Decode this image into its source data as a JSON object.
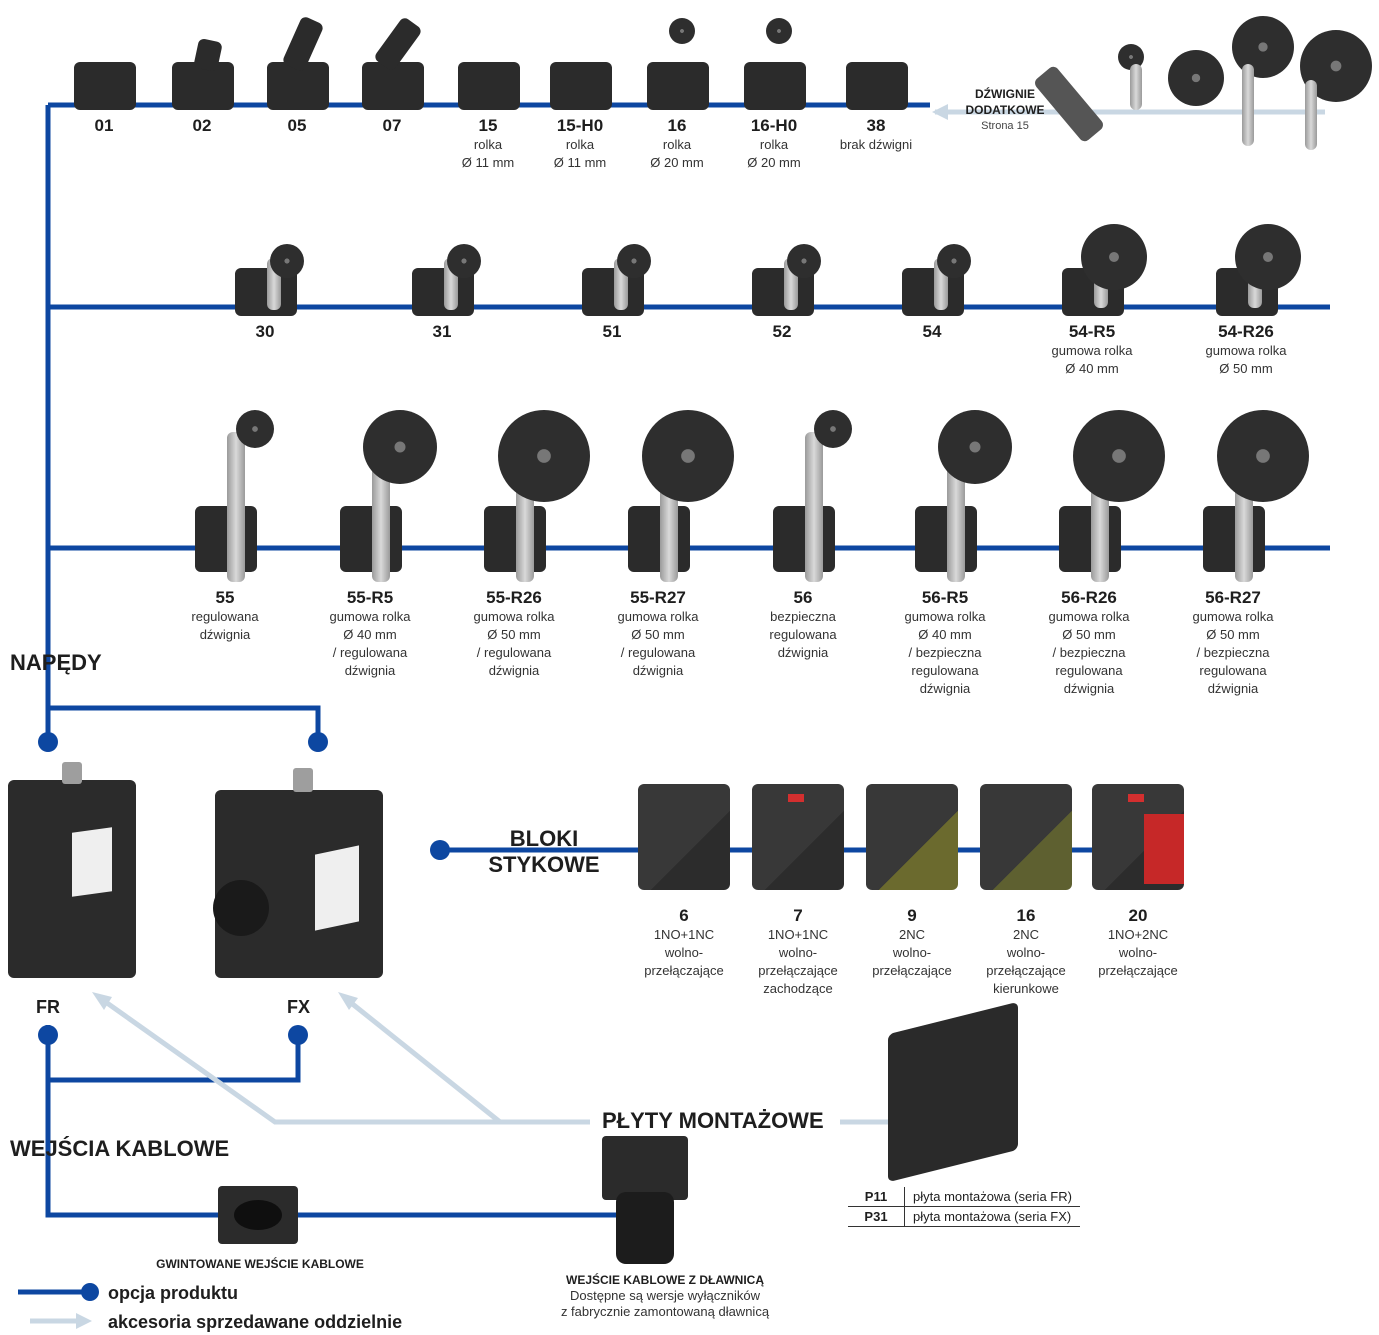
{
  "row1": [
    {
      "code": "01",
      "desc": []
    },
    {
      "code": "02",
      "desc": []
    },
    {
      "code": "05",
      "desc": []
    },
    {
      "code": "07",
      "desc": []
    },
    {
      "code": "15",
      "desc": [
        "rolka",
        "Ø 11 mm"
      ]
    },
    {
      "code": "15-H0",
      "desc": [
        "rolka",
        "Ø 11 mm"
      ]
    },
    {
      "code": "16",
      "desc": [
        "rolka",
        "Ø 20 mm"
      ]
    },
    {
      "code": "16-H0",
      "desc": [
        "rolka",
        "Ø 20 mm"
      ]
    },
    {
      "code": "38",
      "desc": [
        "brak dźwigni"
      ]
    }
  ],
  "extra_levers": {
    "title": [
      "DŹWIGNIE",
      "DODATKOWE"
    ],
    "page": "Strona 15"
  },
  "row2": [
    {
      "code": "30",
      "desc": []
    },
    {
      "code": "31",
      "desc": []
    },
    {
      "code": "51",
      "desc": []
    },
    {
      "code": "52",
      "desc": []
    },
    {
      "code": "54",
      "desc": []
    },
    {
      "code": "54-R5",
      "desc": [
        "gumowa rolka",
        "Ø 40 mm"
      ]
    },
    {
      "code": "54-R26",
      "desc": [
        "gumowa rolka",
        "Ø 50 mm"
      ]
    }
  ],
  "row3": [
    {
      "code": "55",
      "desc": [
        "regulowana",
        "dźwignia"
      ]
    },
    {
      "code": "55-R5",
      "desc": [
        "gumowa rolka",
        "Ø 40 mm",
        "/ regulowana",
        "dźwignia"
      ]
    },
    {
      "code": "55-R26",
      "desc": [
        "gumowa rolka",
        "Ø 50 mm",
        "/ regulowana",
        "dźwignia"
      ]
    },
    {
      "code": "55-R27",
      "desc": [
        "gumowa rolka",
        "Ø 50 mm",
        "/ regulowana",
        "dźwignia"
      ]
    },
    {
      "code": "56",
      "desc": [
        "bezpieczna",
        "regulowana",
        "dźwignia"
      ]
    },
    {
      "code": "56-R5",
      "desc": [
        "gumowa rolka",
        "Ø 40 mm",
        "/ bezpieczna",
        "regulowana",
        "dźwignia"
      ]
    },
    {
      "code": "56-R26",
      "desc": [
        "gumowa rolka",
        "Ø 50 mm",
        "/ bezpieczna",
        "regulowana",
        "dźwignia"
      ]
    },
    {
      "code": "56-R27",
      "desc": [
        "gumowa rolka",
        "Ø 50 mm",
        "/ bezpieczna",
        "regulowana",
        "dźwignia"
      ]
    }
  ],
  "headings": {
    "napedy": "NAPĘDY",
    "bloki": [
      "BLOKI",
      "STYKOWE"
    ],
    "wejscia": "WEJŚCIA KABLOWE",
    "plyty": "PŁYTY MONTAŻOWE"
  },
  "series": {
    "fr": "FR",
    "fx": "FX"
  },
  "contact_blocks": [
    {
      "code": "6",
      "desc": [
        "1NO+1NC",
        "wolno-",
        "przełączające"
      ]
    },
    {
      "code": "7",
      "desc": [
        "1NO+1NC",
        "wolno-",
        "przełączające",
        "zachodzące"
      ]
    },
    {
      "code": "9",
      "desc": [
        "2NC",
        "wolno-",
        "przełączające"
      ]
    },
    {
      "code": "16",
      "desc": [
        "2NC",
        "wolno-",
        "przełączające",
        "kierunkowe"
      ]
    },
    {
      "code": "20",
      "desc": [
        "1NO+2NC",
        "wolno-",
        "przełączające"
      ]
    }
  ],
  "plates": [
    {
      "code": "P11",
      "desc": "płyta montażowa (seria FR)"
    },
    {
      "code": "P31",
      "desc": "płyta montażowa (seria FX)"
    }
  ],
  "cable": {
    "threaded": "GWINTOWANE WEJŚCIE KABLOWE",
    "gland_title": "WEJŚCIE KABLOWE Z DŁAWNICĄ",
    "gland_note": [
      "Dostępne są wersje wyłączników",
      "z fabrycznie zamontowaną dławnicą"
    ]
  },
  "legend": {
    "option": "opcja produktu",
    "accessory": "akcesoria sprzedawane oddzielnie"
  },
  "colors": {
    "line": "#0d47a1",
    "arrow": "#c9d7e3",
    "body": "#2b2b2b",
    "lever": "#c4c4c4"
  }
}
